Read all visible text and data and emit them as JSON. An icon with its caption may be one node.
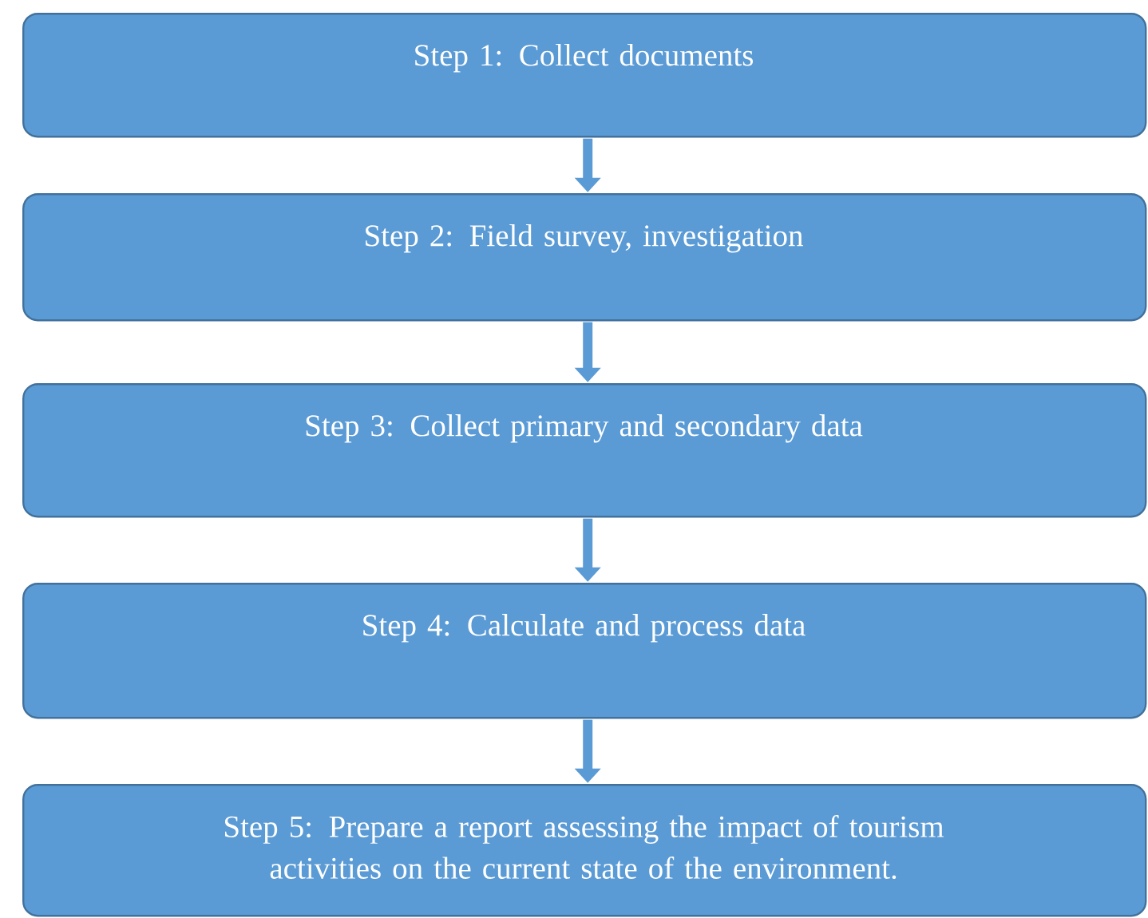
{
  "diagram": {
    "nodes": [
      {
        "text": [
          "Step 1: Collect documents"
        ]
      },
      {
        "text": [
          "Step 2: Field survey, investigation"
        ]
      },
      {
        "text": [
          "Step 3: Collect primary and secondary data"
        ]
      },
      {
        "text": [
          "Step 4: Calculate and process data"
        ]
      },
      {
        "text": [
          "Step 5: Prepare a report assessing the impact of tourism activities on the current state of the environment."
        ]
      }
    ],
    "edges": [
      {
        "from": 0,
        "to": 1,
        "arrow": "to"
      },
      {
        "from": 1,
        "to": 2,
        "arrow": "to"
      },
      {
        "from": 2,
        "to": 3,
        "arrow": "to"
      },
      {
        "from": 3,
        "to": 4,
        "arrow": "to"
      }
    ]
  }
}
